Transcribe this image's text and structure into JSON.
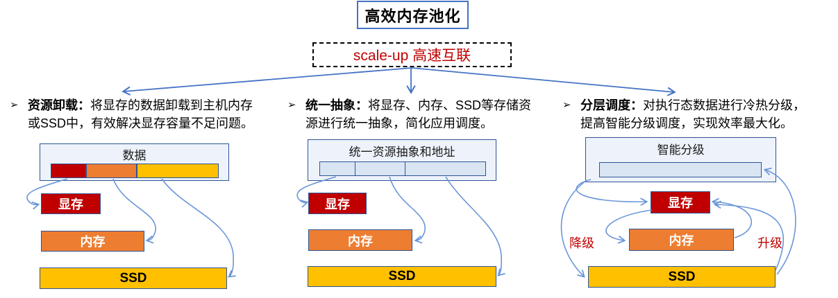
{
  "title": "高效内存池化",
  "interconnect": {
    "label": "scale-up 高速互联"
  },
  "bullet_char": "➢",
  "columns": [
    {
      "heading": "资源卸载：",
      "desc": "将显存的数据卸载到主机内存或SSD中，有效解决显存容量不足问题。",
      "container_label": "数据",
      "gpu_label": "显存",
      "mem_label": "内存",
      "ssd_label": "SSD",
      "bar_segment_colors": [
        "#C00000",
        "#ED7D31",
        "#FFC000"
      ]
    },
    {
      "heading": "统一抽象：",
      "desc": "将显存、内存、SSD等存储资源进行统一抽象，简化应用调度。",
      "container_label": "统一资源抽象和地址",
      "gpu_label": "显存",
      "mem_label": "内存",
      "ssd_label": "SSD",
      "bar_segments": 3
    },
    {
      "heading": "分层调度：",
      "desc": "对执行态数据进行冷热分级，提高智能分级调度，实现效率最大化。",
      "container_label": "智能分级",
      "gpu_label": "显存",
      "mem_label": "内存",
      "ssd_label": "SSD",
      "downgrade_label": "降级",
      "upgrade_label": "升级"
    }
  ],
  "colors": {
    "gpu_red": "#C00000",
    "mem_orange": "#ED7D31",
    "ssd_yellow": "#FFC000",
    "box_border_blue": "#2E5395",
    "title_border_blue": "#4472C4",
    "arrow_blue": "#6B96D8",
    "light_bar_fill": "#D9E5F3",
    "container_fill": "#EEF3FB",
    "accent_red_text": "#C00000"
  }
}
